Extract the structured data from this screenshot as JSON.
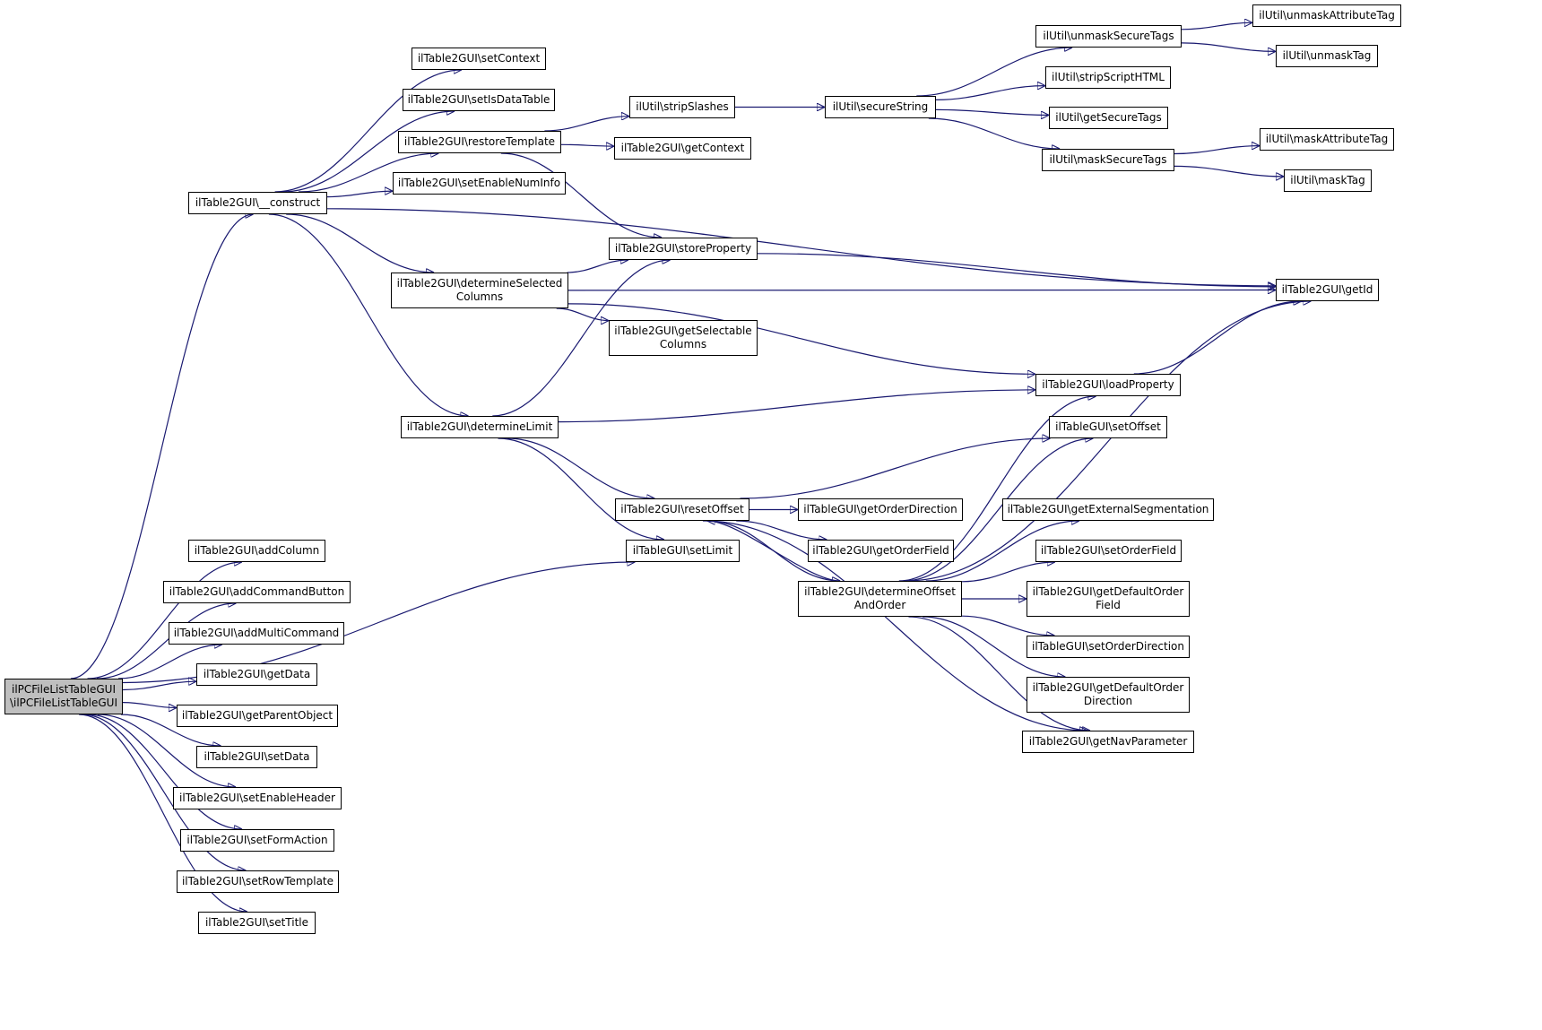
{
  "nodes": [
    {
      "id": "root",
      "label": "ilPCFileListTableGUI\n\\ilPCFileListTableGUI",
      "highlight": true
    },
    {
      "id": "construct",
      "label": "ilTable2GUI\\__construct"
    },
    {
      "id": "setContext",
      "label": "ilTable2GUI\\setContext"
    },
    {
      "id": "setIsDataTable",
      "label": "ilTable2GUI\\setIsDataTable"
    },
    {
      "id": "restoreTemplate",
      "label": "ilTable2GUI\\restoreTemplate"
    },
    {
      "id": "setEnableNumInfo",
      "label": "ilTable2GUI\\setEnableNumInfo"
    },
    {
      "id": "determineSelectedColumns",
      "label": "ilTable2GUI\\determineSelected\nColumns"
    },
    {
      "id": "determineLimit",
      "label": "ilTable2GUI\\determineLimit"
    },
    {
      "id": "stripSlashes",
      "label": "ilUtil\\stripSlashes"
    },
    {
      "id": "getContext",
      "label": "ilTable2GUI\\getContext"
    },
    {
      "id": "storeProperty",
      "label": "ilTable2GUI\\storeProperty"
    },
    {
      "id": "getSelectableColumns",
      "label": "ilTable2GUI\\getSelectable\nColumns"
    },
    {
      "id": "secureString",
      "label": "ilUtil\\secureString"
    },
    {
      "id": "unmaskSecureTags",
      "label": "ilUtil\\unmaskSecureTags"
    },
    {
      "id": "stripScriptHTML",
      "label": "ilUtil\\stripScriptHTML"
    },
    {
      "id": "getSecureTags",
      "label": "ilUtil\\getSecureTags"
    },
    {
      "id": "maskSecureTags",
      "label": "ilUtil\\maskSecureTags"
    },
    {
      "id": "unmaskAttributeTag",
      "label": "ilUtil\\unmaskAttributeTag"
    },
    {
      "id": "unmaskTag",
      "label": "ilUtil\\unmaskTag"
    },
    {
      "id": "maskAttributeTag",
      "label": "ilUtil\\maskAttributeTag"
    },
    {
      "id": "maskTag",
      "label": "ilUtil\\maskTag"
    },
    {
      "id": "getId",
      "label": "ilTable2GUI\\getId"
    },
    {
      "id": "loadProperty",
      "label": "ilTable2GUI\\loadProperty"
    },
    {
      "id": "setOffset",
      "label": "ilTableGUI\\setOffset"
    },
    {
      "id": "resetOffset",
      "label": "ilTable2GUI\\resetOffset"
    },
    {
      "id": "setLimit",
      "label": "ilTableGUI\\setLimit"
    },
    {
      "id": "getOrderDirection",
      "label": "ilTableGUI\\getOrderDirection"
    },
    {
      "id": "getOrderField",
      "label": "ilTable2GUI\\getOrderField"
    },
    {
      "id": "determineOffsetAndOrder",
      "label": "ilTable2GUI\\determineOffset\nAndOrder"
    },
    {
      "id": "getExternalSegmentation",
      "label": "ilTable2GUI\\getExternalSegmentation"
    },
    {
      "id": "setOrderField",
      "label": "ilTable2GUI\\setOrderField"
    },
    {
      "id": "getDefaultOrderField",
      "label": "ilTable2GUI\\getDefaultOrder\nField"
    },
    {
      "id": "setOrderDirection",
      "label": "ilTableGUI\\setOrderDirection"
    },
    {
      "id": "getDefaultOrderDirection",
      "label": "ilTable2GUI\\getDefaultOrder\nDirection"
    },
    {
      "id": "getNavParameter",
      "label": "ilTable2GUI\\getNavParameter"
    },
    {
      "id": "addColumn",
      "label": "ilTable2GUI\\addColumn"
    },
    {
      "id": "addCommandButton",
      "label": "ilTable2GUI\\addCommandButton"
    },
    {
      "id": "addMultiCommand",
      "label": "ilTable2GUI\\addMultiCommand"
    },
    {
      "id": "getData",
      "label": "ilTable2GUI\\getData"
    },
    {
      "id": "getParentObject",
      "label": "ilTable2GUI\\getParentObject"
    },
    {
      "id": "setData",
      "label": "ilTable2GUI\\setData"
    },
    {
      "id": "setEnableHeader",
      "label": "ilTable2GUI\\setEnableHeader"
    },
    {
      "id": "setFormAction",
      "label": "ilTable2GUI\\setFormAction"
    },
    {
      "id": "setRowTemplate",
      "label": "ilTable2GUI\\setRowTemplate"
    },
    {
      "id": "setTitle",
      "label": "ilTable2GUI\\setTitle"
    }
  ],
  "edges": [
    [
      "root",
      "construct"
    ],
    [
      "root",
      "setLimit"
    ],
    [
      "root",
      "addColumn"
    ],
    [
      "root",
      "addCommandButton"
    ],
    [
      "root",
      "addMultiCommand"
    ],
    [
      "root",
      "getData"
    ],
    [
      "root",
      "getParentObject"
    ],
    [
      "root",
      "setData"
    ],
    [
      "root",
      "setEnableHeader"
    ],
    [
      "root",
      "setFormAction"
    ],
    [
      "root",
      "setRowTemplate"
    ],
    [
      "root",
      "setTitle"
    ],
    [
      "construct",
      "setContext"
    ],
    [
      "construct",
      "setIsDataTable"
    ],
    [
      "construct",
      "restoreTemplate"
    ],
    [
      "construct",
      "setEnableNumInfo"
    ],
    [
      "construct",
      "determineSelectedColumns"
    ],
    [
      "construct",
      "determineLimit"
    ],
    [
      "construct",
      "getId"
    ],
    [
      "restoreTemplate",
      "stripSlashes"
    ],
    [
      "restoreTemplate",
      "getContext"
    ],
    [
      "restoreTemplate",
      "storeProperty"
    ],
    [
      "stripSlashes",
      "secureString"
    ],
    [
      "secureString",
      "unmaskSecureTags"
    ],
    [
      "secureString",
      "stripScriptHTML"
    ],
    [
      "secureString",
      "getSecureTags"
    ],
    [
      "secureString",
      "maskSecureTags"
    ],
    [
      "unmaskSecureTags",
      "unmaskAttributeTag"
    ],
    [
      "unmaskSecureTags",
      "unmaskTag"
    ],
    [
      "maskSecureTags",
      "maskAttributeTag"
    ],
    [
      "maskSecureTags",
      "maskTag"
    ],
    [
      "storeProperty",
      "getId"
    ],
    [
      "determineSelectedColumns",
      "storeProperty"
    ],
    [
      "determineSelectedColumns",
      "getId"
    ],
    [
      "determineSelectedColumns",
      "getSelectableColumns"
    ],
    [
      "determineSelectedColumns",
      "loadProperty"
    ],
    [
      "determineLimit",
      "storeProperty"
    ],
    [
      "determineLimit",
      "loadProperty"
    ],
    [
      "determineLimit",
      "resetOffset"
    ],
    [
      "determineLimit",
      "setLimit"
    ],
    [
      "loadProperty",
      "getId"
    ],
    [
      "resetOffset",
      "setOffset"
    ],
    [
      "resetOffset",
      "getOrderDirection"
    ],
    [
      "resetOffset",
      "getOrderField"
    ],
    [
      "resetOffset",
      "determineOffsetAndOrder"
    ],
    [
      "resetOffset",
      "getNavParameter"
    ],
    [
      "determineOffsetAndOrder",
      "resetOffset"
    ],
    [
      "determineOffsetAndOrder",
      "loadProperty"
    ],
    [
      "determineOffsetAndOrder",
      "setOffset"
    ],
    [
      "determineOffsetAndOrder",
      "getId"
    ],
    [
      "determineOffsetAndOrder",
      "getExternalSegmentation"
    ],
    [
      "determineOffsetAndOrder",
      "setOrderField"
    ],
    [
      "determineOffsetAndOrder",
      "getDefaultOrderField"
    ],
    [
      "determineOffsetAndOrder",
      "setOrderDirection"
    ],
    [
      "determineOffsetAndOrder",
      "getDefaultOrderDirection"
    ],
    [
      "determineOffsetAndOrder",
      "getNavParameter"
    ]
  ]
}
